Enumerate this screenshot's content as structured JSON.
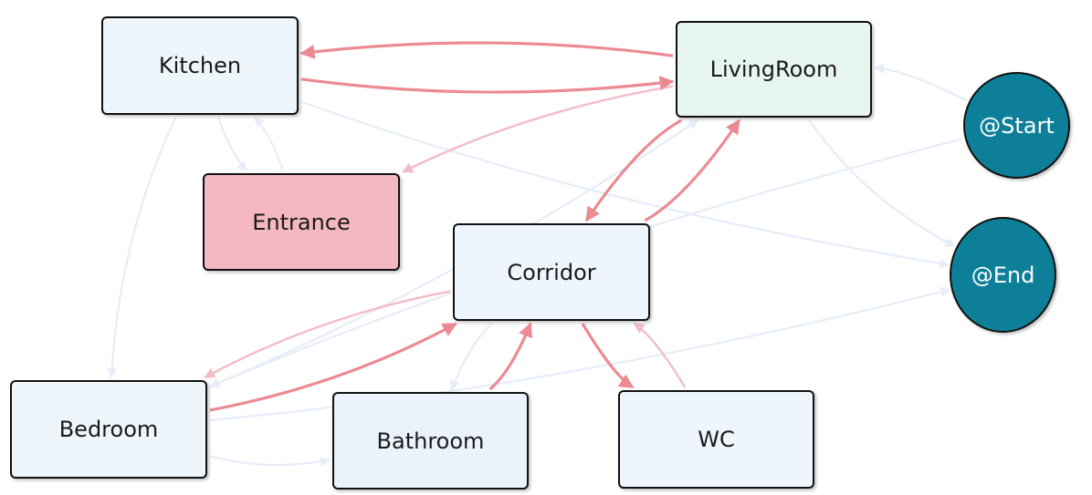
{
  "nodes": {
    "kitchen": {
      "label": "Kitchen",
      "color": "#eef6fb"
    },
    "livingroom": {
      "label": "LivingRoom",
      "color": "#e6f6ee"
    },
    "entrance": {
      "label": "Entrance",
      "color": "#f4b8c0"
    },
    "corridor": {
      "label": "Corridor",
      "color": "#eef5fd"
    },
    "bedroom": {
      "label": "Bedroom",
      "color": "#eef6fb"
    },
    "bathroom": {
      "label": "Bathroom",
      "color": "#eaf2fb"
    },
    "wc": {
      "label": "WC",
      "color": "#eef5fd"
    },
    "start": {
      "label": "@Start",
      "color": "#0e7f98"
    },
    "end": {
      "label": "@End",
      "color": "#0e7f98"
    }
  },
  "edge_colors": {
    "strong": "#ec8a93",
    "medium": "#f2bcc6",
    "faint": "#e6ecf8"
  },
  "edges": [
    {
      "from": "kitchen",
      "to": "livingroom",
      "weight": "strong"
    },
    {
      "from": "livingroom",
      "to": "kitchen",
      "weight": "strong"
    },
    {
      "from": "livingroom",
      "to": "entrance",
      "weight": "medium"
    },
    {
      "from": "entrance",
      "to": "kitchen",
      "weight": "faint"
    },
    {
      "from": "kitchen",
      "to": "entrance",
      "weight": "faint"
    },
    {
      "from": "livingroom",
      "to": "corridor",
      "weight": "strong"
    },
    {
      "from": "corridor",
      "to": "livingroom",
      "weight": "strong"
    },
    {
      "from": "corridor",
      "to": "bedroom",
      "weight": "medium"
    },
    {
      "from": "bedroom",
      "to": "corridor",
      "weight": "strong"
    },
    {
      "from": "bathroom",
      "to": "corridor",
      "weight": "strong"
    },
    {
      "from": "corridor",
      "to": "bathroom",
      "weight": "faint"
    },
    {
      "from": "corridor",
      "to": "wc",
      "weight": "strong"
    },
    {
      "from": "wc",
      "to": "corridor",
      "weight": "medium"
    },
    {
      "from": "bedroom",
      "to": "bathroom",
      "weight": "faint"
    },
    {
      "from": "bedroom",
      "to": "livingroom",
      "weight": "faint"
    },
    {
      "from": "start",
      "to": "livingroom",
      "weight": "faint"
    },
    {
      "from": "start",
      "to": "bedroom",
      "weight": "faint"
    },
    {
      "from": "livingroom",
      "to": "end",
      "weight": "faint"
    },
    {
      "from": "kitchen",
      "to": "end",
      "weight": "faint"
    },
    {
      "from": "bedroom",
      "to": "end",
      "weight": "faint"
    },
    {
      "from": "kitchen",
      "to": "bedroom",
      "weight": "faint"
    }
  ]
}
